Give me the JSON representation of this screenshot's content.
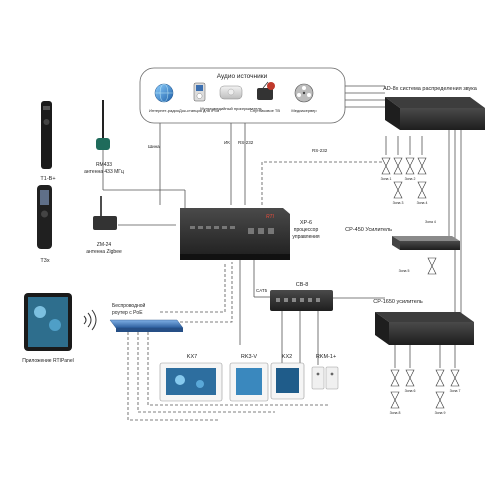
{
  "sources": {
    "title": "Аудио источники",
    "items": [
      {
        "label": "Интернет-радио",
        "icon": "globe-icon"
      },
      {
        "label": "Док-станция для iPod",
        "icon": "ipod-icon"
      },
      {
        "label": "Мультимедийный проигрыватель",
        "icon": "media-player-icon"
      },
      {
        "label": "Спутниковое ТВ",
        "icon": "satellite-icon"
      },
      {
        "label": "Медиасервер",
        "icon": "film-reel-icon"
      }
    ]
  },
  "remotes": {
    "t1": {
      "label": "T1-B+"
    },
    "rm433": {
      "label_line1": "RM433",
      "label_line2": "антенна 433 МГц"
    },
    "t3x": {
      "label": "T3x"
    },
    "zm24": {
      "label_line1": "ZM-24",
      "label_line2": "антенна Zigbee"
    },
    "tablet": {
      "label": "Приложение RTIPanel"
    }
  },
  "processor": {
    "label_line1": "XP-6",
    "label_line2": "процессор",
    "label_line3": "управления"
  },
  "router": {
    "label_line1": "Беспроводной",
    "label_line2": "роутер с PoE"
  },
  "keypads": {
    "kx7": "KX7",
    "rk3v": "RK3-V",
    "kx2": "KX2",
    "rkm1": "RKM-1+"
  },
  "cb8": {
    "label": "CB-8"
  },
  "amps": {
    "ad8x": "AD-8x система распределения звука",
    "cp450": "CP-450 Усилитель",
    "cp1650": "CP-1650 усилитель"
  },
  "wires": {
    "ir_label": "ИК",
    "rs232_label": "RS-232",
    "rs232_label2": "RS-232",
    "bus_label": "Шина",
    "cat5_label": "CAT5"
  },
  "zones": {
    "ad8x": [
      "Зона 1",
      "Зона 2",
      "Зона 3",
      "Зона 4"
    ],
    "cp450": [
      "Зона 4",
      "Зона 5"
    ],
    "cp1650": [
      "Зона 6",
      "Зона 7",
      "Зона 8",
      "Зона 9"
    ]
  },
  "colors": {
    "device_dark": "#2b2b2b",
    "line": "#555555",
    "accent_blue": "#2f6fb5"
  }
}
